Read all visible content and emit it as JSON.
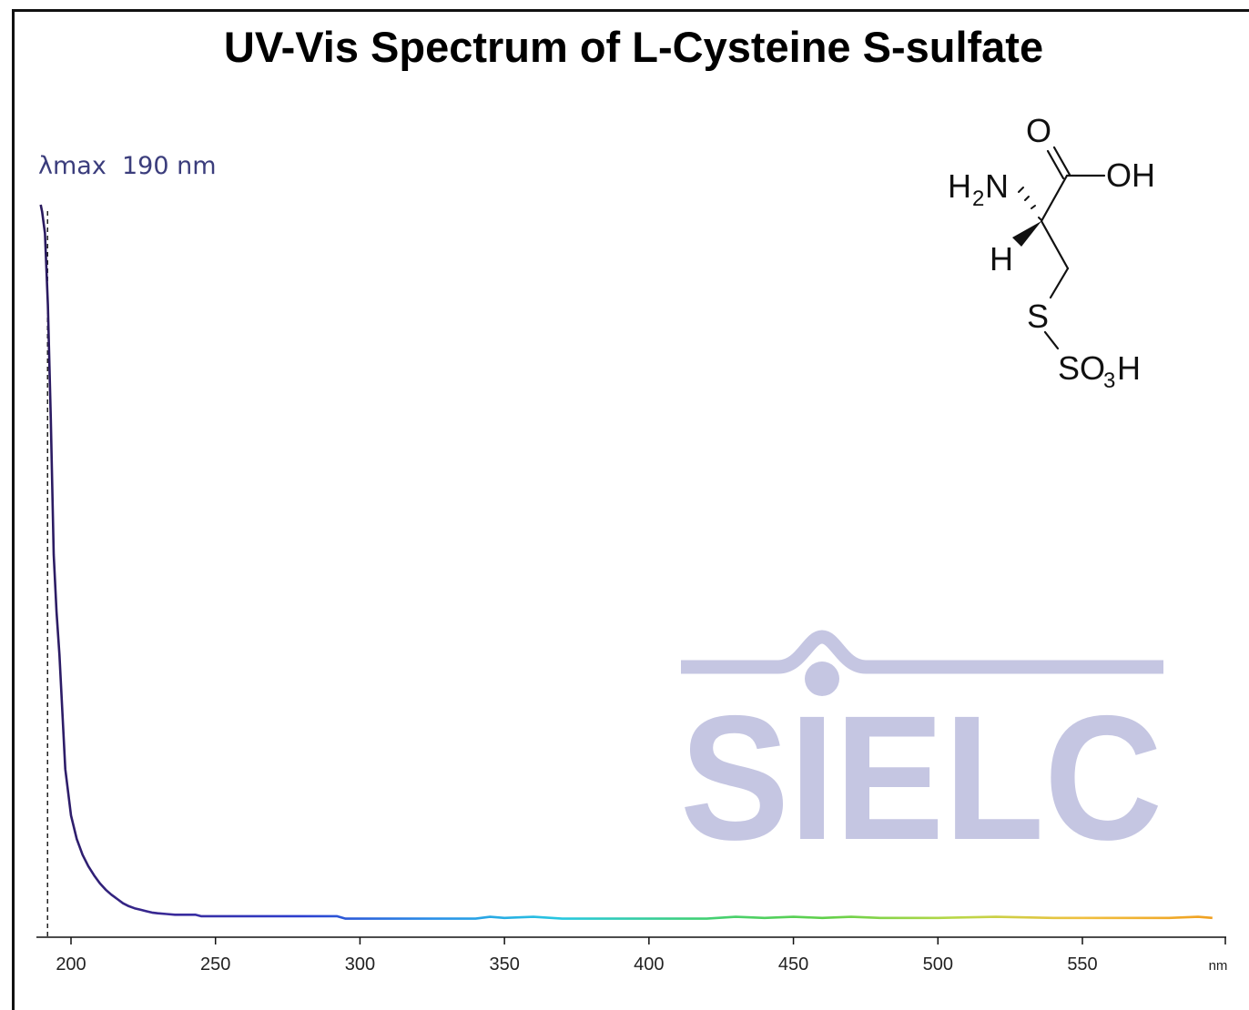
{
  "chart_data": {
    "type": "line",
    "title": "UV-Vis Spectrum of L-Cysteine S-sulfate",
    "xlabel": "nm",
    "ylabel": "",
    "xlim": [
      190,
      595
    ],
    "ylim": [
      0,
      1
    ],
    "x_ticks": [
      200,
      250,
      300,
      350,
      400,
      450,
      500,
      550
    ],
    "grid": false,
    "legend": "none",
    "annotations": [
      {
        "text": "λmax  190 nm",
        "x": 190
      }
    ],
    "series": [
      {
        "x": [
          189.5,
          190,
          191,
          192,
          193,
          194,
          195,
          196,
          197,
          198,
          200,
          202,
          204,
          206,
          208,
          210,
          212,
          214,
          216,
          218,
          220,
          222,
          224,
          226,
          228,
          230,
          233,
          236,
          240,
          243,
          245,
          250,
          260,
          270,
          280,
          292,
          295,
          300,
          320,
          340,
          345,
          350,
          360,
          370,
          380,
          400,
          420,
          430,
          440,
          450,
          460,
          470,
          480,
          500,
          520,
          540,
          560,
          580,
          590,
          595
        ],
        "y": [
          1.0,
          0.99,
          0.96,
          0.86,
          0.7,
          0.51,
          0.43,
          0.37,
          0.29,
          0.21,
          0.145,
          0.112,
          0.09,
          0.074,
          0.061,
          0.05,
          0.041,
          0.034,
          0.028,
          0.022,
          0.018,
          0.015,
          0.013,
          0.011,
          0.009,
          0.008,
          0.007,
          0.006,
          0.006,
          0.006,
          0.004,
          0.004,
          0.004,
          0.004,
          0.004,
          0.004,
          0.0005,
          0.0005,
          0.0005,
          0.0005,
          0.003,
          0.0015,
          0.003,
          0.0005,
          0.0005,
          0.0005,
          0.0005,
          0.003,
          0.0015,
          0.003,
          0.0015,
          0.003,
          0.0015,
          0.0015,
          0.003,
          0.0015,
          0.0015,
          0.0015,
          0.003,
          0.0015
        ],
        "color_gradient": [
          "#2a1a5e",
          "#3a2a9a",
          "#2d3fd0",
          "#2a8fe8",
          "#27c8e0",
          "#3fd07a",
          "#5fd04a",
          "#b8d848",
          "#f0c040",
          "#f0a020"
        ]
      }
    ]
  },
  "molecule": {
    "labels": {
      "carbonyl_o": "O",
      "hydroxyl": "OH",
      "amine_h": "H",
      "amine_sub": "2",
      "amine_n": "N",
      "alpha_h": "H",
      "sulfur": "S",
      "sulfonate_s": "SO",
      "sulfonate_sub": "3",
      "sulfonate_h": "H"
    }
  },
  "watermark": {
    "text": "SIELC",
    "color": "#c5c6e2"
  }
}
